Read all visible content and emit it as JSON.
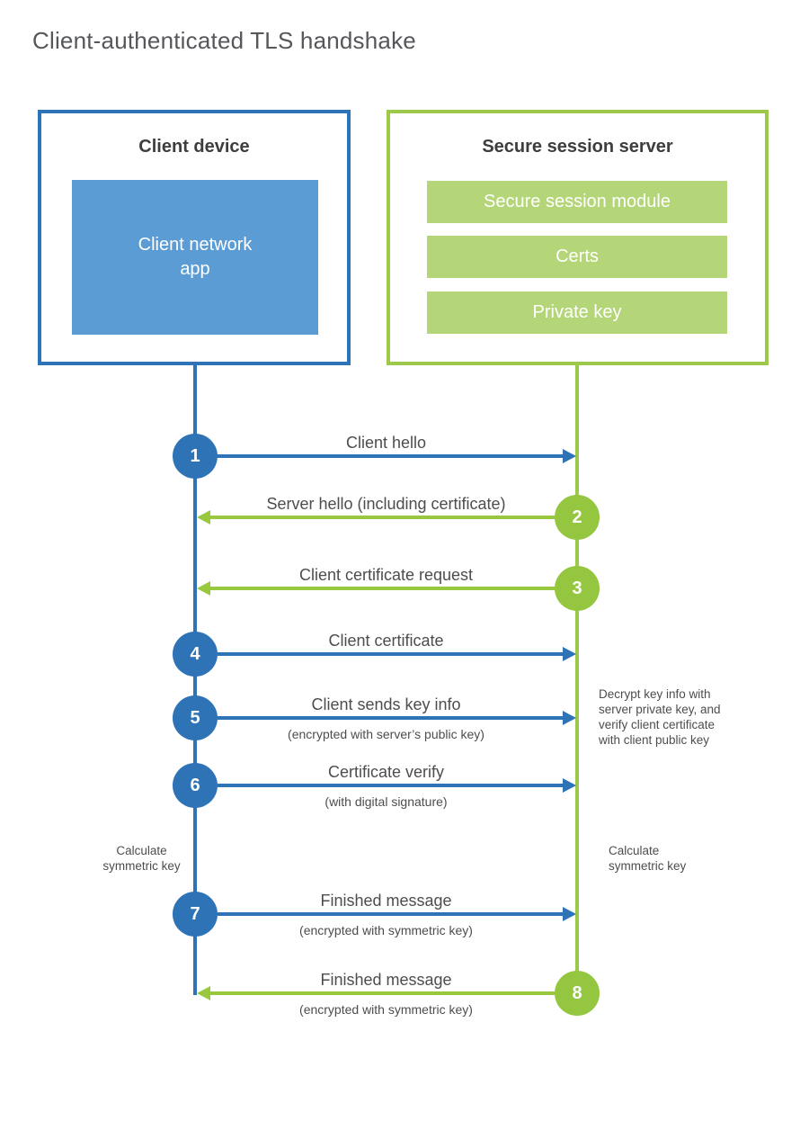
{
  "title": "Client-authenticated TLS handshake",
  "colors": {
    "client_accent": "#2d73b6",
    "client_fill": "#5c9cd5",
    "server_accent": "#9cc94c",
    "server_fill": "#b4d678",
    "label_text": "#4d4d4d"
  },
  "client": {
    "title": "Client device",
    "app": "Client network\napp"
  },
  "server": {
    "title": "Secure session server",
    "modules": [
      "Secure session module",
      "Certs",
      "Private key"
    ]
  },
  "steps": [
    {
      "num": "1",
      "label": "Client hello",
      "direction": "client-to-server"
    },
    {
      "num": "2",
      "label": "Server hello (including certificate)",
      "direction": "server-to-client"
    },
    {
      "num": "3",
      "label": "Client certificate request",
      "direction": "server-to-client"
    },
    {
      "num": "4",
      "label": "Client certificate",
      "direction": "client-to-server"
    },
    {
      "num": "5",
      "label": "Client sends key info",
      "sub": "(encrypted with server’s public key)",
      "direction": "client-to-server"
    },
    {
      "num": "6",
      "label": "Certificate verify",
      "sub": "(with digital signature)",
      "direction": "client-to-server"
    },
    {
      "num": "7",
      "label": "Finished message",
      "sub": "(encrypted with symmetric key)",
      "direction": "client-to-server"
    },
    {
      "num": "8",
      "label": "Finished message",
      "sub": "(encrypted with symmetric key)",
      "direction": "server-to-client"
    }
  ],
  "annotations": {
    "decrypt_note": "Decrypt key info with\nserver private key, and\nverify client certificate\nwith client public key",
    "calc_left": "Calculate\nsymmetric key",
    "calc_right": "Calculate\nsymmetric key"
  }
}
